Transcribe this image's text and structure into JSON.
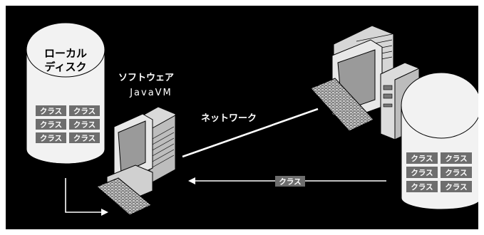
{
  "colors": {
    "background": "#000000",
    "frame": "#ffffff",
    "disk": "#f2f2f2",
    "badge": "#6e6e6e",
    "line": "#ffffff"
  },
  "local_disk": {
    "label_line1": "ローカル",
    "label_line2": "ディスク",
    "badges": [
      "クラス",
      "クラス",
      "クラス",
      "クラス",
      "クラス",
      "クラス"
    ]
  },
  "software": {
    "title": "ソフトウェア",
    "subtitle": "JavaVM"
  },
  "network": {
    "label": "ネットワーク"
  },
  "remote_disk": {
    "badges": [
      "クラス",
      "クラス",
      "クラス",
      "クラス",
      "クラス",
      "クラス"
    ]
  },
  "transfer": {
    "badge": "クラス"
  },
  "icons": [
    "workstation-icon",
    "desktop-tower-icon",
    "keyboard-icon",
    "cylinder-disk-icon",
    "arrow-left-icon"
  ]
}
